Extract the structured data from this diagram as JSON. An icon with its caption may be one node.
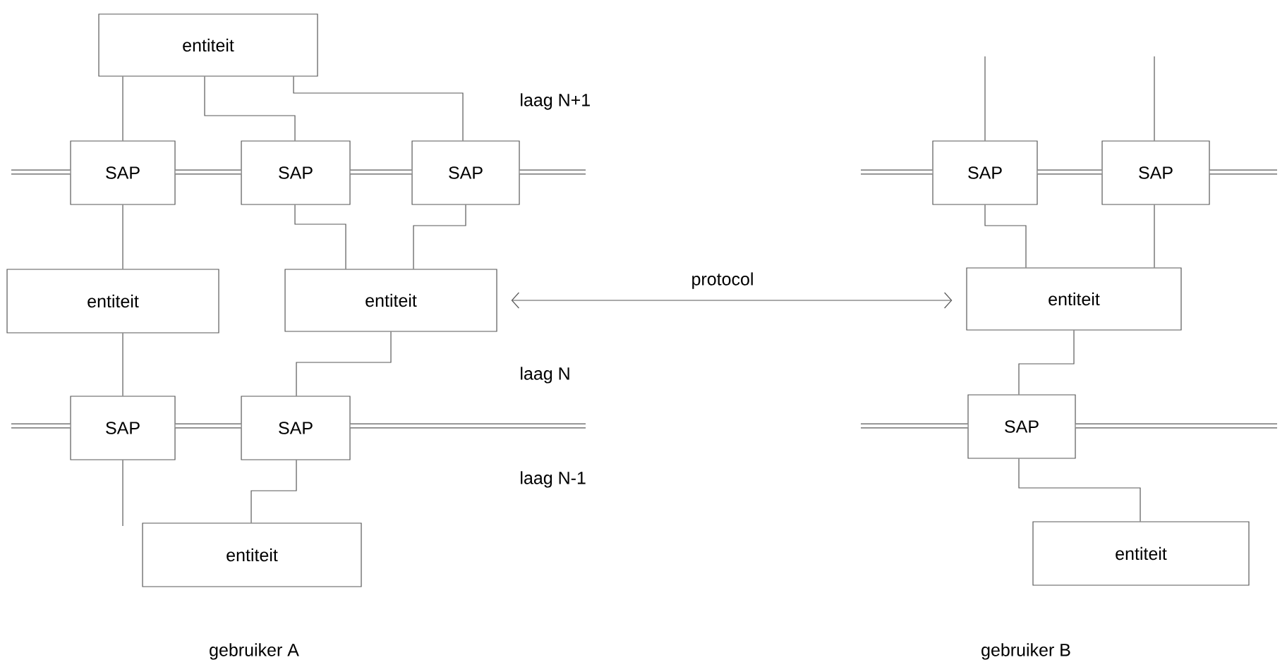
{
  "diagram": {
    "nodes": [
      {
        "text": [
          "entiteit"
        ]
      },
      {
        "text": [
          "SAP"
        ]
      },
      {
        "text": [
          "SAP"
        ]
      },
      {
        "text": [
          "SAP"
        ]
      },
      {
        "text": [
          "entiteit"
        ]
      },
      {
        "text": [
          "entiteit"
        ]
      },
      {
        "text": [
          "SAP"
        ]
      },
      {
        "text": [
          "SAP"
        ]
      },
      {
        "text": [
          "entiteit"
        ]
      },
      {
        "text": [
          "SAP"
        ]
      },
      {
        "text": [
          "SAP"
        ]
      },
      {
        "text": [
          "entiteit"
        ]
      },
      {
        "text": [
          "SAP"
        ]
      },
      {
        "text": [
          "entiteit"
        ]
      }
    ],
    "edges": [
      {
        "from": 0,
        "to": 1,
        "arrow": "none"
      },
      {
        "from": 0,
        "to": 2,
        "arrow": "none"
      },
      {
        "from": 0,
        "to": 3,
        "arrow": "none"
      },
      {
        "from": 1,
        "to": 2,
        "arrow": "none",
        "style": "thick"
      },
      {
        "from": 2,
        "to": 3,
        "arrow": "none",
        "style": "thick"
      },
      {
        "from": null,
        "to": 1,
        "arrow": "none",
        "style": "thick"
      },
      {
        "from": 3,
        "to": null,
        "arrow": "none",
        "style": "thick"
      },
      {
        "from": 1,
        "to": 4,
        "arrow": "none"
      },
      {
        "from": 2,
        "to": 5,
        "arrow": "none"
      },
      {
        "from": 3,
        "to": 5,
        "arrow": "none"
      },
      {
        "from": 4,
        "to": 6,
        "arrow": "none"
      },
      {
        "from": 5,
        "to": 7,
        "arrow": "none"
      },
      {
        "from": null,
        "to": 6,
        "arrow": "none",
        "style": "thick"
      },
      {
        "from": 6,
        "to": 7,
        "arrow": "none",
        "style": "thick"
      },
      {
        "from": 7,
        "to": null,
        "arrow": "none",
        "style": "thick"
      },
      {
        "from": 6,
        "to": null,
        "arrow": "none"
      },
      {
        "from": 7,
        "to": 8,
        "arrow": "none"
      },
      {
        "from": 5,
        "to": 11,
        "arrow": "both",
        "label": "protocol"
      },
      {
        "from": null,
        "to": 9,
        "arrow": "none",
        "style": "thick"
      },
      {
        "from": 9,
        "to": 10,
        "arrow": "none",
        "style": "thick"
      },
      {
        "from": 10,
        "to": null,
        "arrow": "none",
        "style": "thick"
      },
      {
        "from": null,
        "to": 9,
        "arrow": "none"
      },
      {
        "from": null,
        "to": 10,
        "arrow": "none"
      },
      {
        "from": 9,
        "to": 11,
        "arrow": "none"
      },
      {
        "from": 10,
        "to": 11,
        "arrow": "none"
      },
      {
        "from": 11,
        "to": 12,
        "arrow": "none"
      },
      {
        "from": null,
        "to": 12,
        "arrow": "none",
        "style": "thick"
      },
      {
        "from": 12,
        "to": null,
        "arrow": "none",
        "style": "thick"
      },
      {
        "from": 12,
        "to": 13,
        "arrow": "none"
      }
    ],
    "labels": [
      "laag N+1",
      "laag N",
      "laag N-1",
      "gebruiker A",
      "gebruiker B"
    ]
  }
}
